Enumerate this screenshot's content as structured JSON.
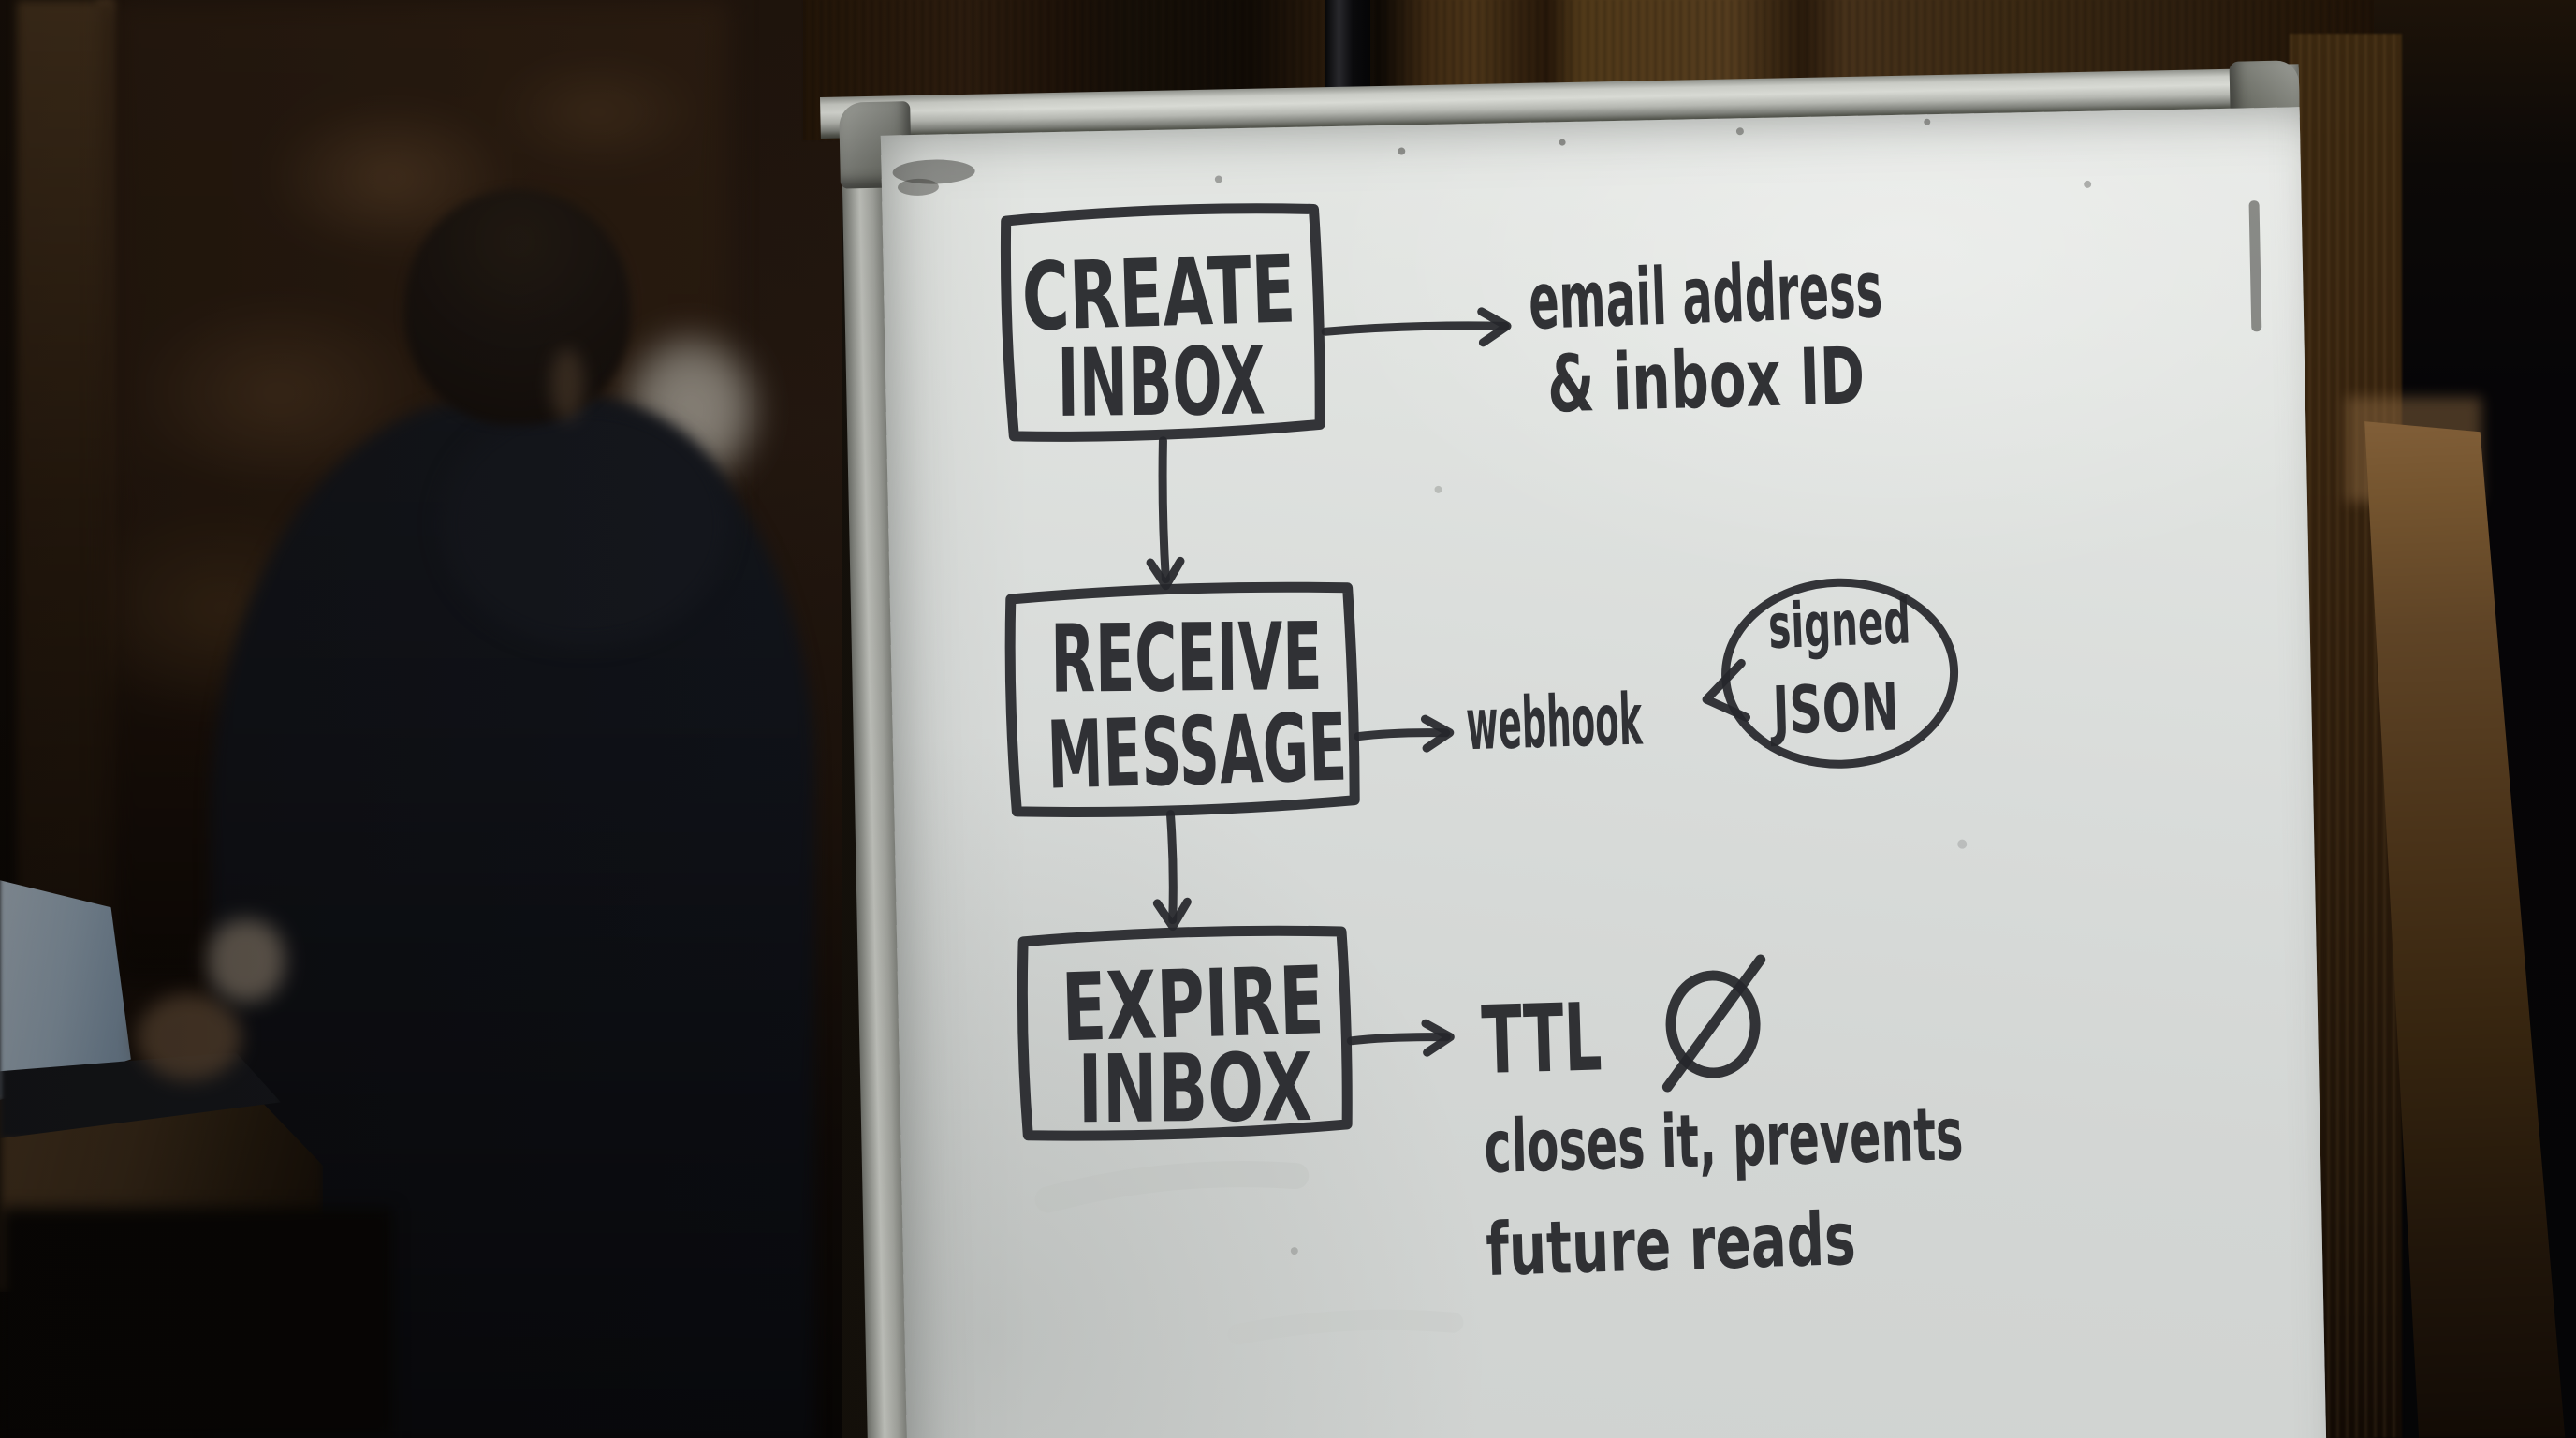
{
  "whiteboard": {
    "boxes": [
      {
        "id": "create-inbox",
        "line1": "CREATE",
        "line2": "INBOX"
      },
      {
        "id": "receive-message",
        "line1": "RECEIVE",
        "line2": "MESSAGE"
      },
      {
        "id": "expire-inbox",
        "line1": "EXPIRE",
        "line2": "INBOX"
      }
    ],
    "create_output": {
      "line1": "email address",
      "line2": "& inbox ID"
    },
    "receive_output": {
      "label": "webhook",
      "bubble": {
        "line1": "signed",
        "line2": "JSON"
      }
    },
    "expire_output": {
      "label": "TTL",
      "symbol": "Ø",
      "note1": "closes it, prevents",
      "note2": "future reads"
    }
  },
  "flow": [
    {
      "from": "create-inbox",
      "to": "receive-message"
    },
    {
      "from": "receive-message",
      "to": "expire-inbox"
    }
  ],
  "colors": {
    "marker_ink": "#26272b",
    "board_surface": "#d9dcda",
    "frame_aluminum": "#b7b9b3",
    "wood_dark": "#2e1f10",
    "laptop_glow": "#a9bccd"
  }
}
